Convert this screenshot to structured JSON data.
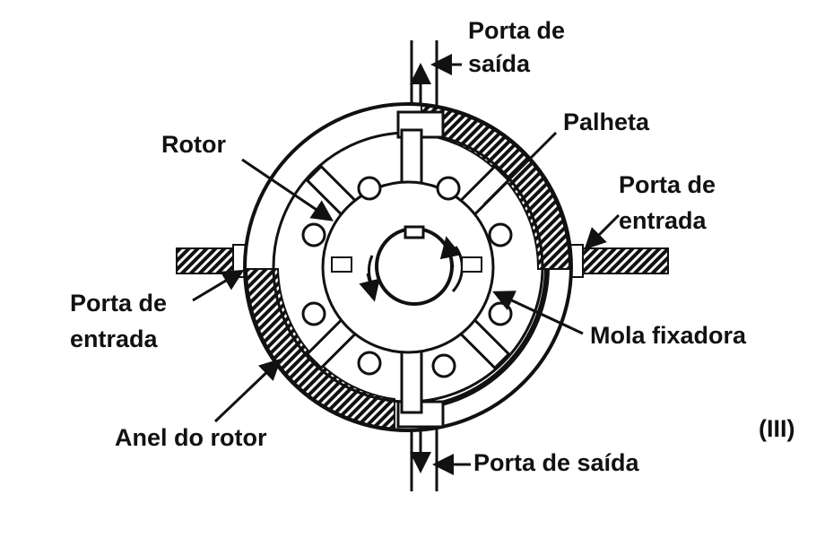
{
  "labels": {
    "porta_saida_top_l1": "Porta de",
    "porta_saida_top_l2": "saída",
    "palheta": "Palheta",
    "rotor": "Rotor",
    "porta_entrada_right_l1": "Porta de",
    "porta_entrada_right_l2": "entrada",
    "porta_entrada_left_l1": "Porta de",
    "porta_entrada_left_l2": "entrada",
    "mola_fixadora": "Mola fixadora",
    "anel_do_rotor": "Anel do rotor",
    "porta_saida_bottom": "Porta de saída",
    "figure_number": "(III)"
  },
  "colors": {
    "ink": "#111111",
    "paper": "#ffffff"
  }
}
